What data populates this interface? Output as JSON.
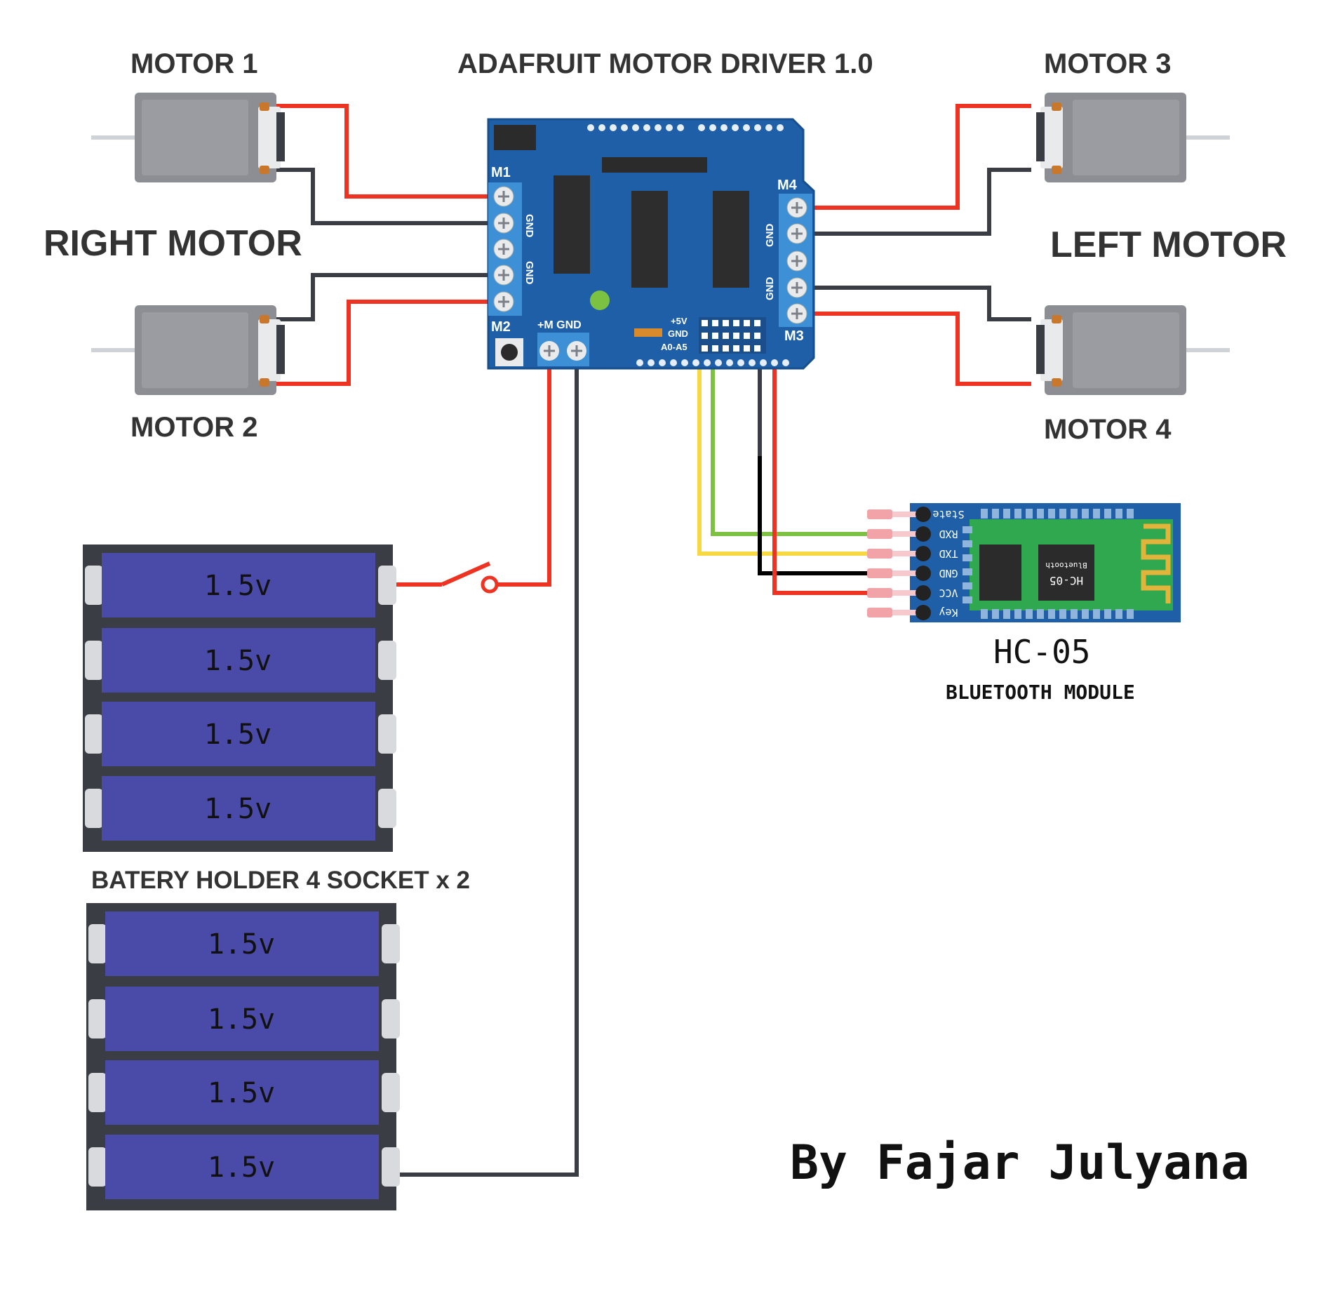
{
  "labels": {
    "motor1": "MOTOR 1",
    "motor2": "MOTOR 2",
    "motor3": "MOTOR 3",
    "motor4": "MOTOR 4",
    "right_motor": "RIGHT MOTOR",
    "left_motor": "LEFT MOTOR",
    "driver_title": "ADAFRUIT MOTOR DRIVER 1.0",
    "battery_caption": "BATERY HOLDER 4 SOCKET x 2",
    "hc05_title": "HC-05",
    "hc05_subtitle": "BLUETOOTH MODULE",
    "author": "By Fajar Julyana"
  },
  "board": {
    "m1": "M1",
    "m2": "M2",
    "m3": "M3",
    "m4": "M4",
    "gnd": "GND",
    "power_label": "+M GND",
    "p5v": "+5V",
    "pgnd": "GND",
    "a0a5": "A0-A5"
  },
  "battery": {
    "cell_label": "1.5v",
    "holder1_cells": [
      "1.5v",
      "1.5v",
      "1.5v",
      "1.5v"
    ],
    "holder2_cells": [
      "1.5v",
      "1.5v",
      "1.5v",
      "1.5v"
    ]
  },
  "hc05": {
    "pins": [
      "State",
      "RXD",
      "TXD",
      "GND",
      "VCC",
      "Key"
    ],
    "chip_text1": "HC-05",
    "chip_text2": "Bluetooth"
  },
  "colors": {
    "red_wire": "#ee3322",
    "black_wire": "#3a3d44",
    "yellow_wire": "#f5d842",
    "green_wire": "#7dc142",
    "board_blue": "#1e5fa8",
    "battery_cell": "#4a4aa8",
    "pcb_green": "#2fa84f"
  }
}
